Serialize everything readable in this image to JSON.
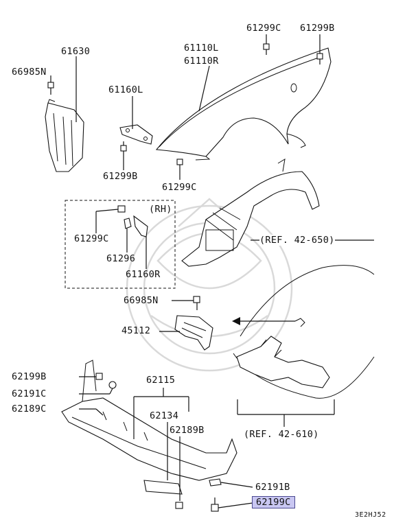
{
  "labels": {
    "p61630": "61630",
    "p66985N_top": "66985N",
    "p61160L": "61160L",
    "p61299B_left": "61299B",
    "p61110L": "61110L",
    "p61110R": "61110R",
    "p61299C_top": "61299C",
    "p61299B_top": "61299B",
    "p61299C_fender": "61299C",
    "rh": "(RH)",
    "p61299C_rh": "61299C",
    "p61296": "61296",
    "p61160R": "61160R",
    "ref_42_650": "(REF. 42-650)",
    "p66985N_mid": "66985N",
    "p45112": "45112",
    "p62199B": "62199B",
    "p62191C": "62191C",
    "p62189C": "62189C",
    "p62115": "62115",
    "p62134": "62134",
    "p62189B": "62189B",
    "ref_42_610": "(REF. 42-610)",
    "p62191B": "62191B",
    "p62199C": "62199C",
    "diagram_code": "3E2HJ52"
  },
  "highlight_color": "#c9c7f2"
}
